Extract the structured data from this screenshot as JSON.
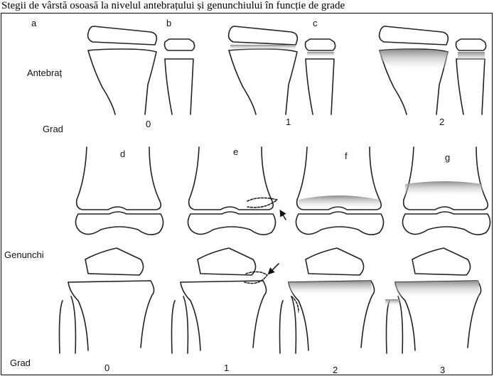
{
  "caption": "Stegii de vârstă osoasă la nivelul antebrațului și genunchiului în funcție de grade",
  "forearm": {
    "row_label": "Antebraț",
    "grade_label": "Grad",
    "panels": [
      {
        "letter": "a",
        "grade": "0"
      },
      {
        "letter": "b",
        "grade": "1"
      },
      {
        "letter": "c",
        "grade": "2"
      }
    ]
  },
  "knee": {
    "row_label": "Genunchi",
    "grade_label": "Grad",
    "panels": [
      {
        "letter": "d",
        "grade": "0"
      },
      {
        "letter": "e",
        "grade": "1"
      },
      {
        "letter": "f",
        "grade": "2"
      },
      {
        "letter": "g",
        "grade": "3"
      }
    ]
  },
  "colors": {
    "stroke": "#222222",
    "shade": "#9a9a9a",
    "background": "#ffffff"
  }
}
